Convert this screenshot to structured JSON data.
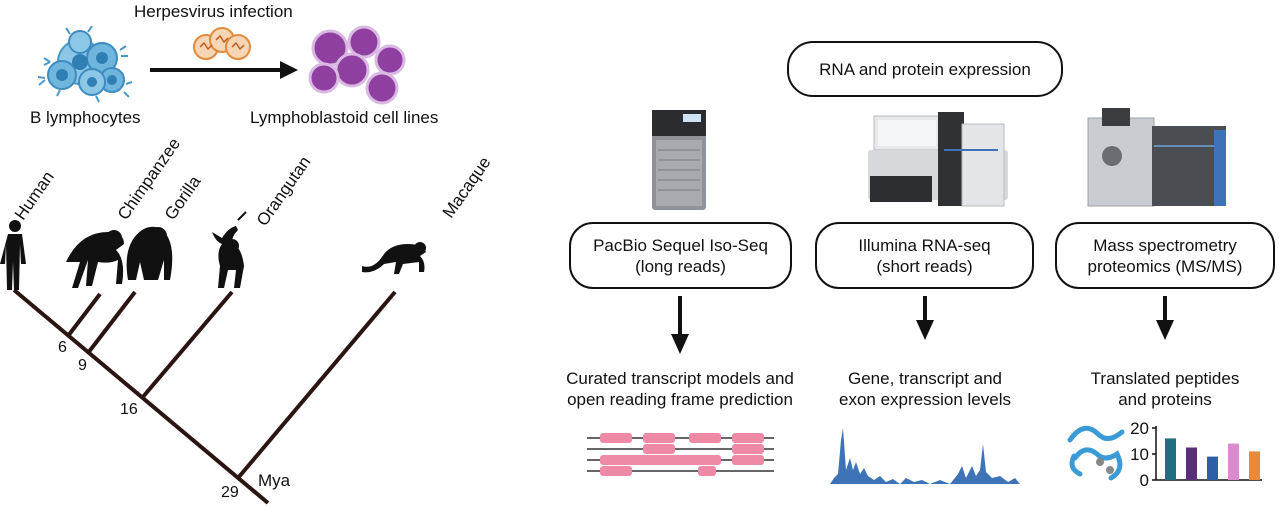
{
  "infection": {
    "label": "Herpesvirus infection",
    "source_label": "B lymphocytes",
    "target_label": "Lymphoblastoid cell lines"
  },
  "phylogeny": {
    "species": [
      "Human",
      "Chimpanzee",
      "Gorilla",
      "Orangutan",
      "Macaque"
    ],
    "node_ages": [
      "6",
      "9",
      "16",
      "29"
    ],
    "unit": "Mya"
  },
  "workflow": {
    "header": "RNA and protein expression",
    "methods": [
      {
        "line1": "PacBio Sequel Iso-Seq",
        "line2": "(long reads)"
      },
      {
        "line1": "Illumina RNA-seq",
        "line2": "(short reads)"
      },
      {
        "line1": "Mass spectrometry",
        "line2": "proteomics (MS/MS)"
      }
    ],
    "outputs": [
      {
        "line1": "Curated transcript models and",
        "line2": "open reading frame prediction"
      },
      {
        "line1": "Gene, transcript and",
        "line2": "exon expression levels"
      },
      {
        "line1": "Translated peptides",
        "line2": "and proteins"
      }
    ]
  },
  "colors": {
    "ink": "#111111",
    "branch": "#2a1512",
    "exon": "#ef8aa6",
    "coverage": "#3e73b8",
    "cell_blue": "#5aa9d8",
    "cell_purple": "#8e3fa0",
    "virus": "#e08a3a"
  },
  "chart_data": {
    "type": "bar",
    "categories": [
      "",
      "",
      "",
      "",
      ""
    ],
    "values": [
      16,
      12.5,
      9,
      14,
      11
    ],
    "colors": [
      "#1f6f80",
      "#5a2f7a",
      "#2f5ea8",
      "#d98ad0",
      "#e88a3a"
    ],
    "yticks": [
      "0",
      "10",
      "20"
    ],
    "ylim": [
      0,
      20
    ]
  }
}
